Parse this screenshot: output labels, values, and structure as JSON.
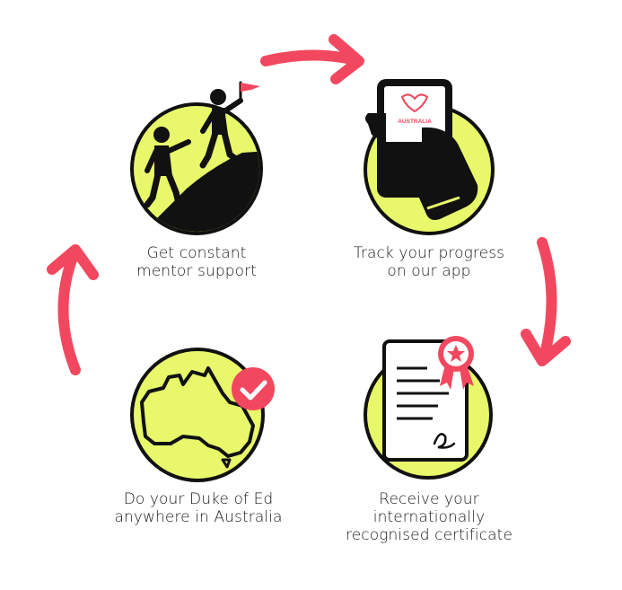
{
  "colors": {
    "circle_fill": "#e8f86a",
    "outline": "#111111",
    "arrow": "#f2485f",
    "badge": "#f2485f",
    "text": "#1a1a1a"
  },
  "steps": [
    {
      "icon": "climbers-flag-icon",
      "lines": [
        "Get constant",
        "mentor support"
      ]
    },
    {
      "icon": "phone-app-icon",
      "app_badge": "AUSTRALIA",
      "lines": [
        "Track your progress",
        "on our app"
      ]
    },
    {
      "icon": "australia-map-check-icon",
      "lines": [
        "Do your Duke of Ed",
        "anywhere in Australia"
      ]
    },
    {
      "icon": "certificate-ribbon-icon",
      "lines": [
        "Receive your",
        "internationally",
        "recognised certificate"
      ]
    }
  ]
}
